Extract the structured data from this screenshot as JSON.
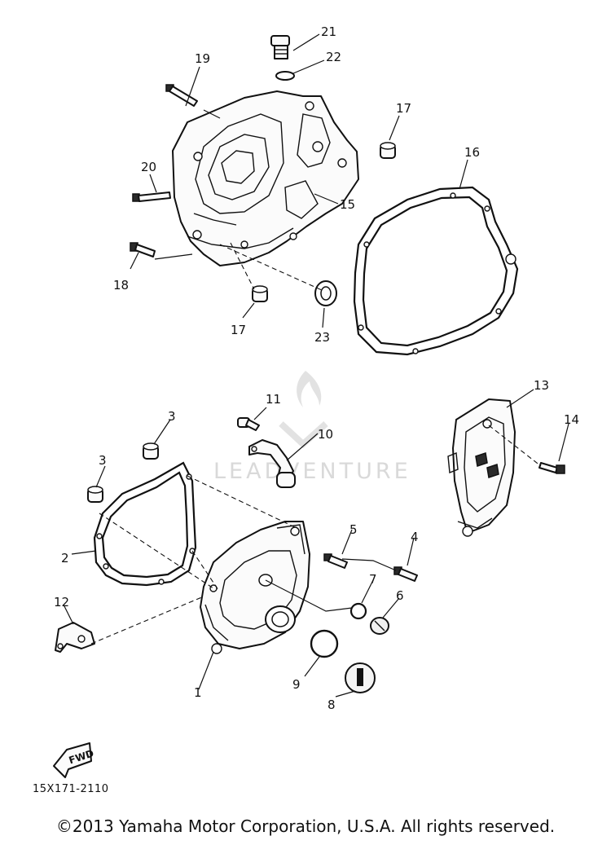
{
  "callouts": {
    "c1": "1",
    "c2": "2",
    "c3a": "3",
    "c3b": "3",
    "c4": "4",
    "c5": "5",
    "c6": "6",
    "c7": "7",
    "c8": "8",
    "c9": "9",
    "c10": "10",
    "c11": "11",
    "c12": "12",
    "c13": "13",
    "c14": "14",
    "c15": "15",
    "c16": "16",
    "c17a": "17",
    "c17b": "17",
    "c18": "18",
    "c19": "19",
    "c20": "20",
    "c21": "21",
    "c22": "22",
    "c23": "23"
  },
  "fwd_label": "FWD",
  "diagram_code": "15X171-2110",
  "watermark": "LEADVENTURE",
  "copyright": "©2013 Yamaha Motor Corporation, U.S.A. All rights reserved."
}
